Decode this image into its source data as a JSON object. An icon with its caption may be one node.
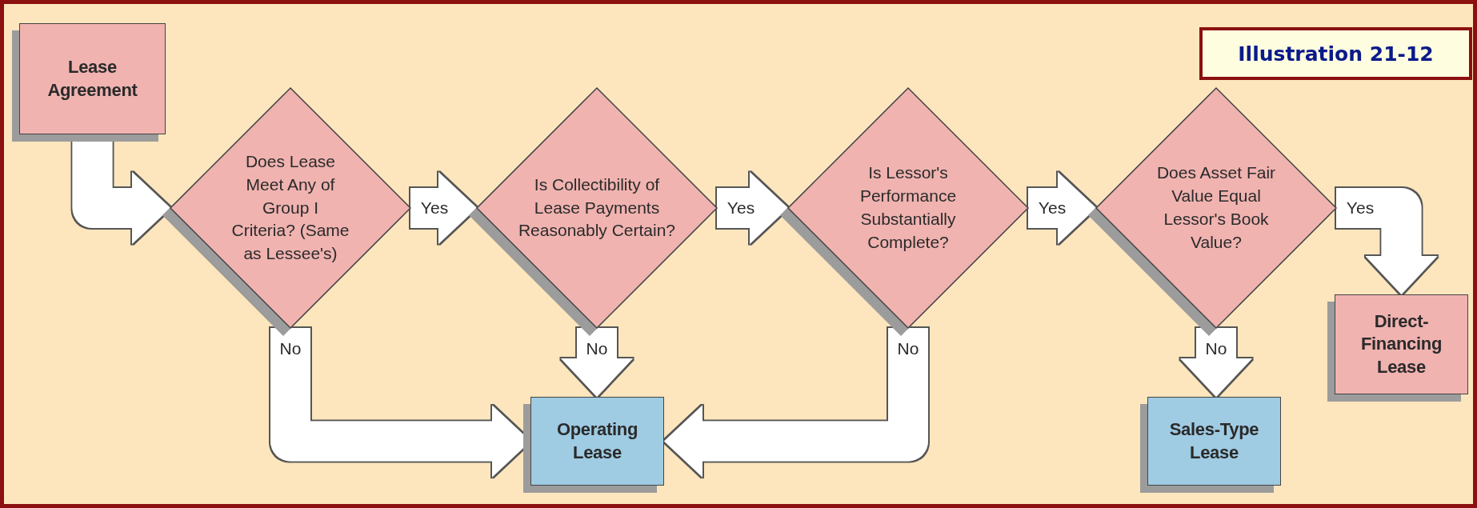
{
  "diagram": {
    "title": "Illustration 21-12",
    "nodes": [
      {
        "text": [
          "Lease Agreement"
        ]
      },
      {
        "text": [
          "Does Lease Meet Any of Group I Criteria? (Same as Lessee's)"
        ]
      },
      {
        "text": [
          "Is Collectibility of Lease Payments Reasonably Certain?"
        ]
      },
      {
        "text": [
          "Is Lessor's Performance Substantially Complete?"
        ]
      },
      {
        "text": [
          "Does Asset Fair Value Equal Lessor's Book Value?"
        ]
      },
      {
        "text": [
          "Operating Lease"
        ]
      },
      {
        "text": [
          "Sales-Type Lease"
        ]
      },
      {
        "text": [
          "Direct-Financing Lease"
        ]
      }
    ],
    "edges": [
      {
        "from": 0,
        "to": 1,
        "arrow": "to"
      },
      {
        "from": 1,
        "to": 2,
        "arrow": "to",
        "label": "Yes"
      },
      {
        "from": 2,
        "to": 3,
        "arrow": "to",
        "label": "Yes"
      },
      {
        "from": 3,
        "to": 4,
        "arrow": "to",
        "label": "Yes"
      },
      {
        "from": 4,
        "to": 7,
        "arrow": "to",
        "label": "Yes"
      },
      {
        "from": 1,
        "to": 5,
        "arrow": "to",
        "label": "No"
      },
      {
        "from": 2,
        "to": 5,
        "arrow": "to",
        "label": "No"
      },
      {
        "from": 3,
        "to": 5,
        "arrow": "to",
        "label": "No"
      },
      {
        "from": 4,
        "to": 6,
        "arrow": "to",
        "label": "No"
      }
    ]
  }
}
